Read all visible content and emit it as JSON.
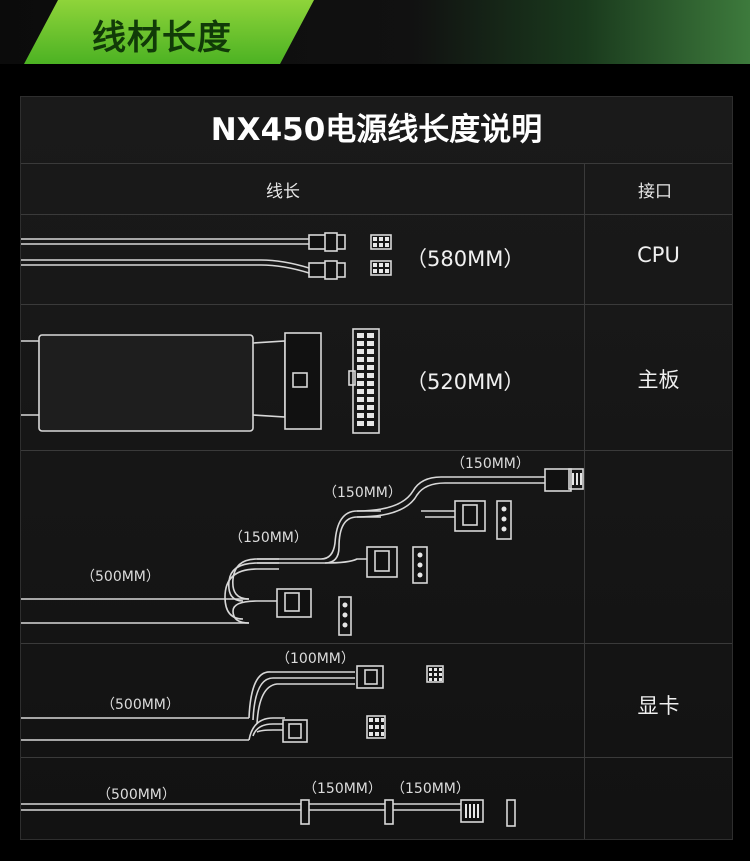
{
  "banner": {
    "title": "线材长度"
  },
  "table": {
    "title": "NX450电源线长度说明",
    "headers": {
      "length": "线长",
      "interface": "接口"
    },
    "rows": [
      {
        "interface": "CPU",
        "lengths": [
          "（580MM）"
        ]
      },
      {
        "interface": "主板",
        "lengths": [
          "（520MM）"
        ]
      },
      {
        "interface": "",
        "lengths": [
          "（500MM）",
          "（150MM）",
          "（150MM）",
          "（150MM）"
        ]
      },
      {
        "interface": "显卡",
        "lengths": [
          "（500MM）",
          "（100MM）"
        ]
      },
      {
        "interface": "",
        "lengths": [
          "（500MM）",
          "（150MM）",
          "（150MM）"
        ]
      }
    ]
  },
  "colors": {
    "accent": "#6cc62e",
    "panel": "#171717",
    "line": "#3a3a3a"
  }
}
